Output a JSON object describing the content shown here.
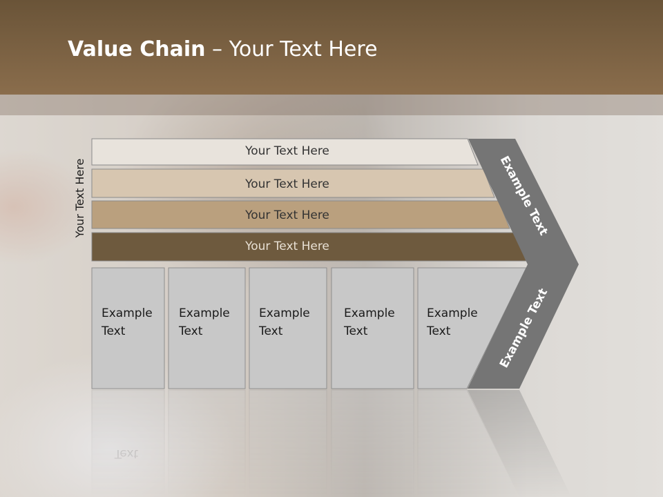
{
  "slide": {
    "title_bold": "Value Chain",
    "title_rest": " – Your Text Here",
    "side_label": "Your Text Here"
  },
  "rows": [
    {
      "label": "Your Text Here",
      "color": "#e8e3dc"
    },
    {
      "label": "Your Text Here",
      "color": "#d7c6b0"
    },
    {
      "label": "Your Text Here",
      "color": "#baa07e"
    },
    {
      "label": "Your Text Here",
      "color": "#6e5a3e"
    }
  ],
  "boxes": [
    {
      "line1": "Example",
      "line2": "Text"
    },
    {
      "line1": "Example",
      "line2": "Text"
    },
    {
      "line1": "Example",
      "line2": "Text"
    },
    {
      "line1": "Example",
      "line2": "Text"
    },
    {
      "line1": "Example",
      "line2": "Text"
    }
  ],
  "chevron": {
    "upper_label": "Example Text",
    "lower_label": "Example Text",
    "color": "#757575"
  },
  "colors": {
    "title_bar": "#7a6143",
    "box_fill": "#c8c8c8"
  }
}
